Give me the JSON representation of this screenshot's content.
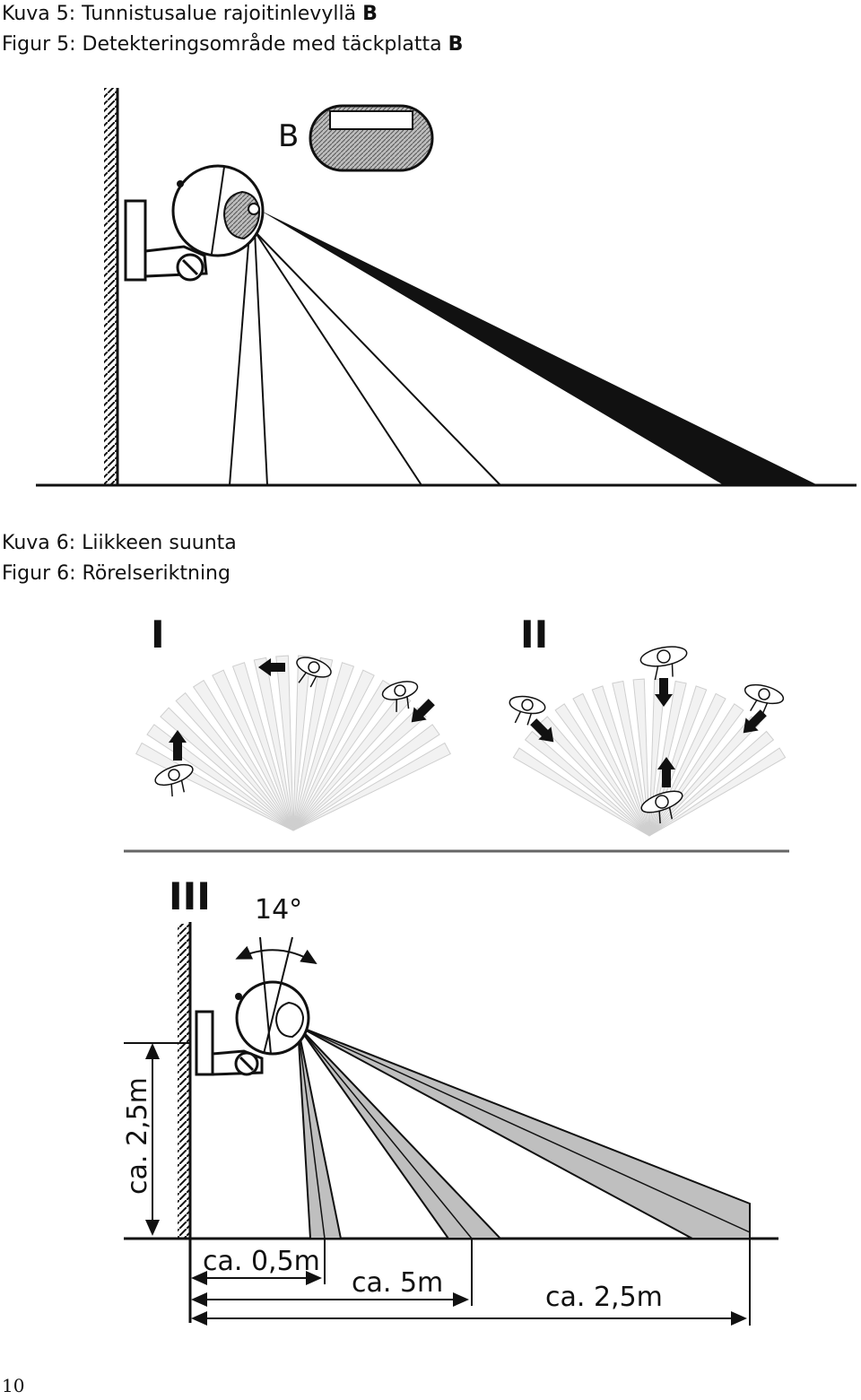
{
  "figure5": {
    "caption_fi": "Kuva 5: Tunnistusalue rajoitinlevyllä",
    "caption_fi_bold": "B",
    "caption_sv": "Figur 5: Detekteringsområde med täckplatta",
    "caption_sv_bold": "B",
    "plate_label": "B"
  },
  "figure6": {
    "caption_fi": "Kuva 6: Liikkeen suunta",
    "caption_sv": "Figur 6: Rörelseriktning",
    "panel_1": "I",
    "panel_2": "II",
    "panel_3": "III",
    "angle_label": "14°",
    "height_label": "ca. 2,5m",
    "dist_1": "ca. 0,5m",
    "dist_2": "ca. 5m",
    "dist_3": "ca. 2,5m"
  },
  "page_number": "10"
}
